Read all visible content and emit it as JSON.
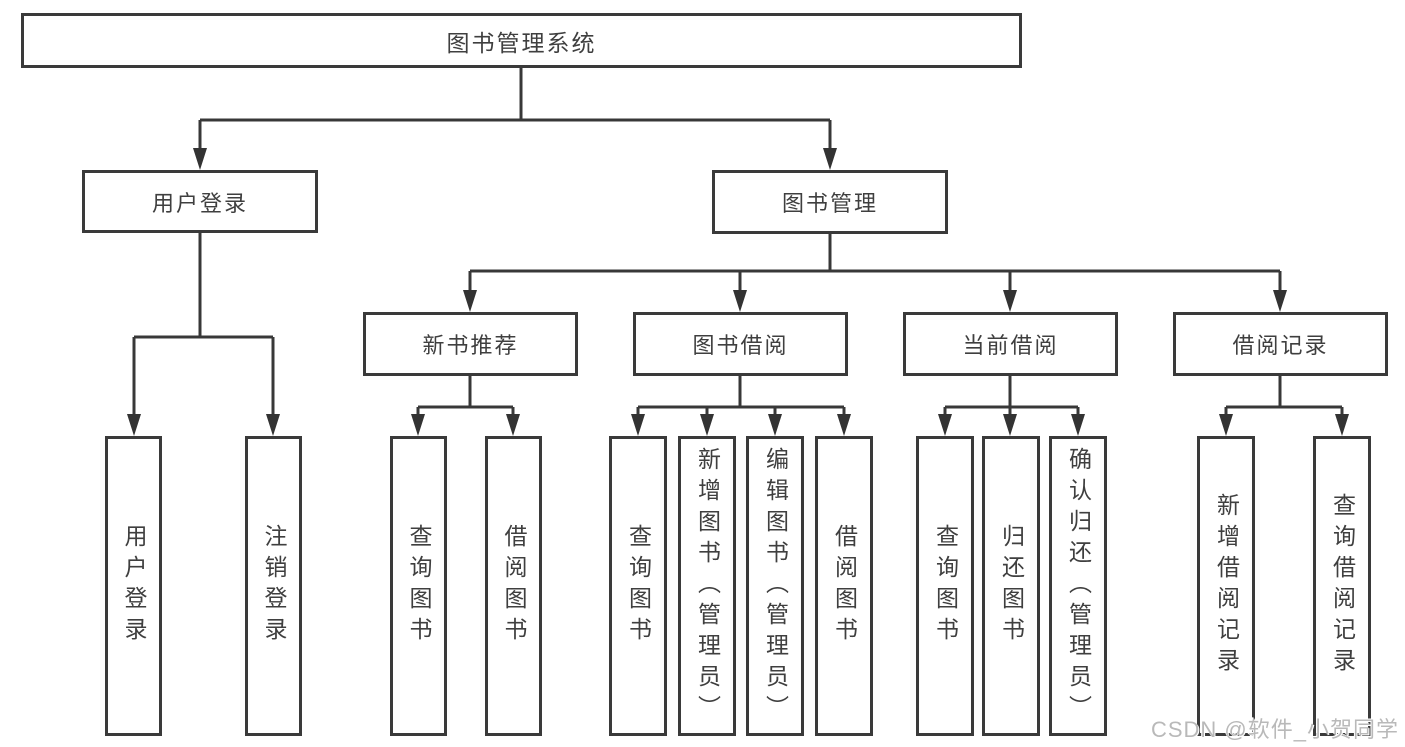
{
  "diagram": {
    "tree": {
      "label": "图书管理系统",
      "children": [
        {
          "label": "用户登录",
          "children": [
            {
              "label": "用户登录"
            },
            {
              "label": "注销登录"
            }
          ]
        },
        {
          "label": "图书管理",
          "children": [
            {
              "label": "新书推荐",
              "children": [
                {
                  "label": "查询图书"
                },
                {
                  "label": "借阅图书"
                }
              ]
            },
            {
              "label": "图书借阅",
              "children": [
                {
                  "label": "查询图书"
                },
                {
                  "label": "新增图书（管理员）"
                },
                {
                  "label": "编辑图书（管理员）"
                },
                {
                  "label": "借阅图书"
                }
              ]
            },
            {
              "label": "当前借阅",
              "children": [
                {
                  "label": "查询图书"
                },
                {
                  "label": "归还图书"
                },
                {
                  "label": "确认归还（管理员）"
                }
              ]
            },
            {
              "label": "借阅记录",
              "children": [
                {
                  "label": "新增借阅记录"
                },
                {
                  "label": "查询借阅记录"
                }
              ]
            }
          ]
        }
      ]
    },
    "colors": {
      "line": "#383838",
      "box_border": "#3a3a3a",
      "text": "#3f3f3f",
      "watermark": "#b9b9b9",
      "background": "#ffffff"
    }
  },
  "watermark": "CSDN @软件_小贺同学"
}
